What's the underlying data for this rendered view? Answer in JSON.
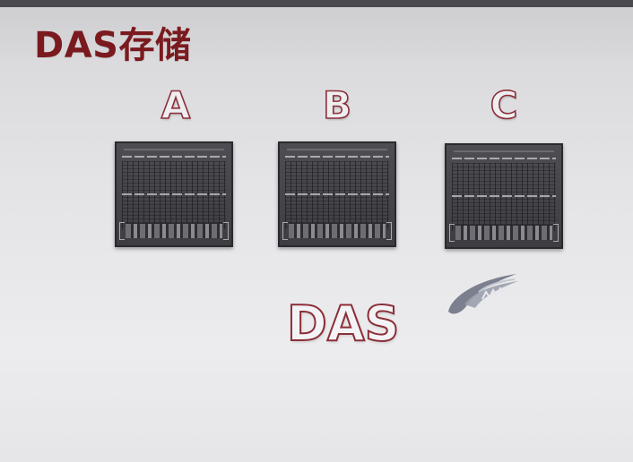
{
  "title": "DAS存储",
  "servers": [
    {
      "label": "A"
    },
    {
      "label": "B"
    },
    {
      "label": "C"
    }
  ],
  "diagram_label": "DAS",
  "colors": {
    "title": "#7a1a1e",
    "label_outline": "#8c2f38",
    "background": "#e4e4e6"
  },
  "logo_icon": "cmi-logo-icon"
}
